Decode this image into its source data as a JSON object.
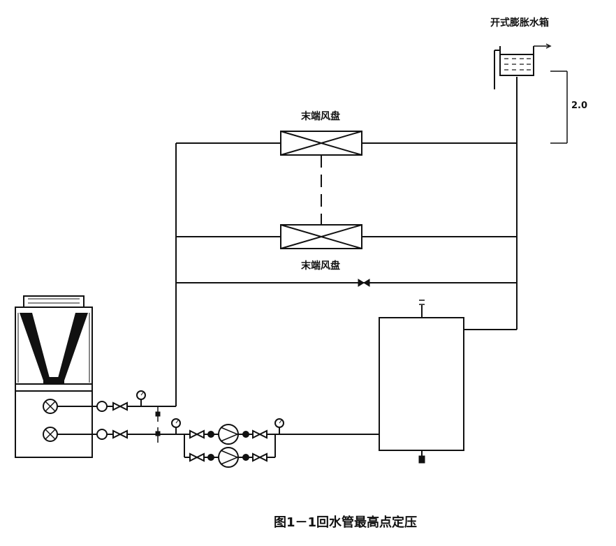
{
  "labels": {
    "expansion_tank": "开式膨胀水箱",
    "fan_coil_top": "末端风盘",
    "fan_coil_bottom": "末端风盘",
    "height_dim": "2.0",
    "caption": "图1－1回水管最高点定压"
  },
  "colors": {
    "line": "#111111",
    "background": "#ffffff"
  }
}
